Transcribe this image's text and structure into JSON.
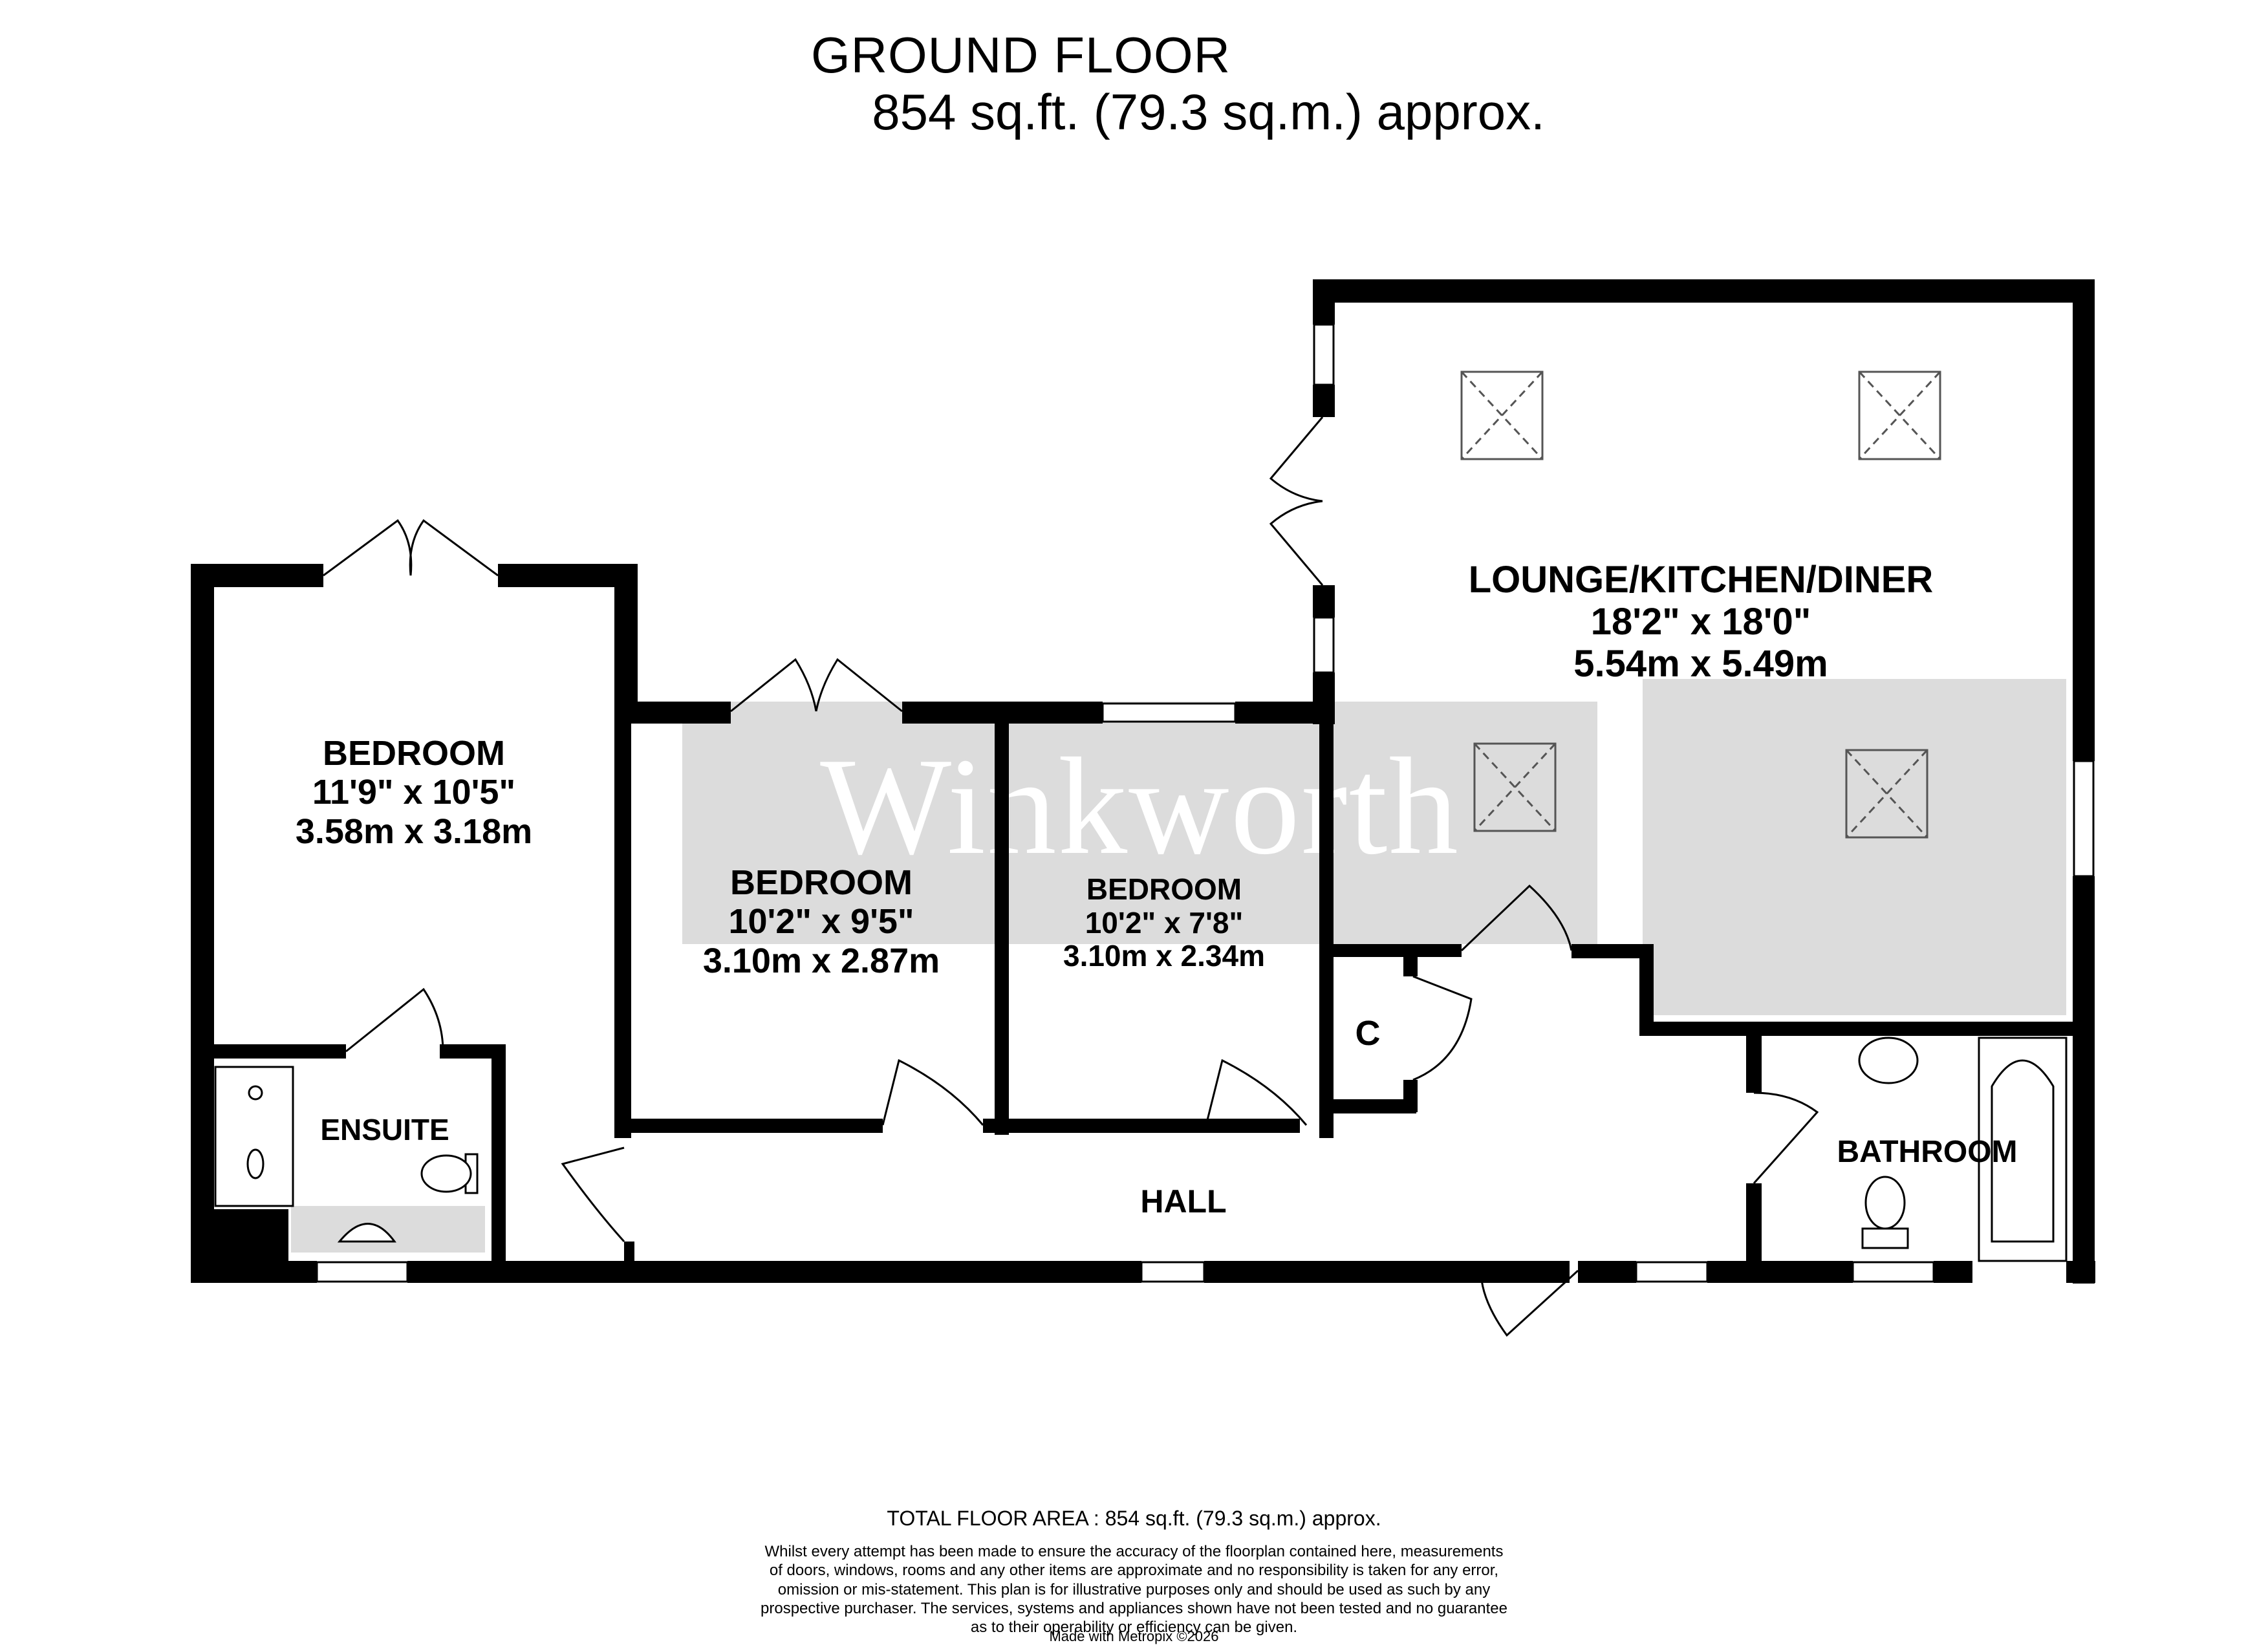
{
  "header": {
    "floor_title": "GROUND FLOOR",
    "floor_area": "854 sq.ft. (79.3 sq.m.) approx."
  },
  "watermark": {
    "brand": "Winkworth"
  },
  "rooms": {
    "lounge": {
      "name": "LOUNGE/KITCHEN/DINER",
      "imperial": "18'2\"  x 18'0\"",
      "metric": "5.54m  x 5.49m"
    },
    "bedroom1": {
      "name": "BEDROOM",
      "imperial": "11'9\"  x 10'5\"",
      "metric": "3.58m  x 3.18m"
    },
    "bedroom2": {
      "name": "BEDROOM",
      "imperial": "10'2\"  x 9'5\"",
      "metric": "3.10m  x 2.87m"
    },
    "bedroom3": {
      "name": "BEDROOM",
      "imperial": "10'2\"  x 7'8\"",
      "metric": "3.10m  x 2.34m"
    },
    "ensuite": {
      "name": "ENSUITE"
    },
    "cupboard": {
      "name": "C"
    },
    "hall": {
      "name": "HALL"
    },
    "bathroom": {
      "name": "BATHROOM"
    }
  },
  "footer": {
    "total_area": "TOTAL FLOOR AREA : 854 sq.ft. (79.3 sq.m.) approx.",
    "disclaimer": "Whilst every attempt has been made to ensure the accuracy of the floorplan contained here, measurements\nof doors, windows, rooms and any other items are approximate and no responsibility is taken for any error,\nomission or mis-statement. This plan is for illustrative purposes only and should be used as such by any\nprospective purchaser. The services, systems and appliances shown have not been tested and no guarantee\nas to their operability or efficiency can be given.",
    "made_with": "Made with Metropix ©2026"
  },
  "colors": {
    "wall": "#000000",
    "shade": "#dcdcdc",
    "background": "#ffffff"
  }
}
